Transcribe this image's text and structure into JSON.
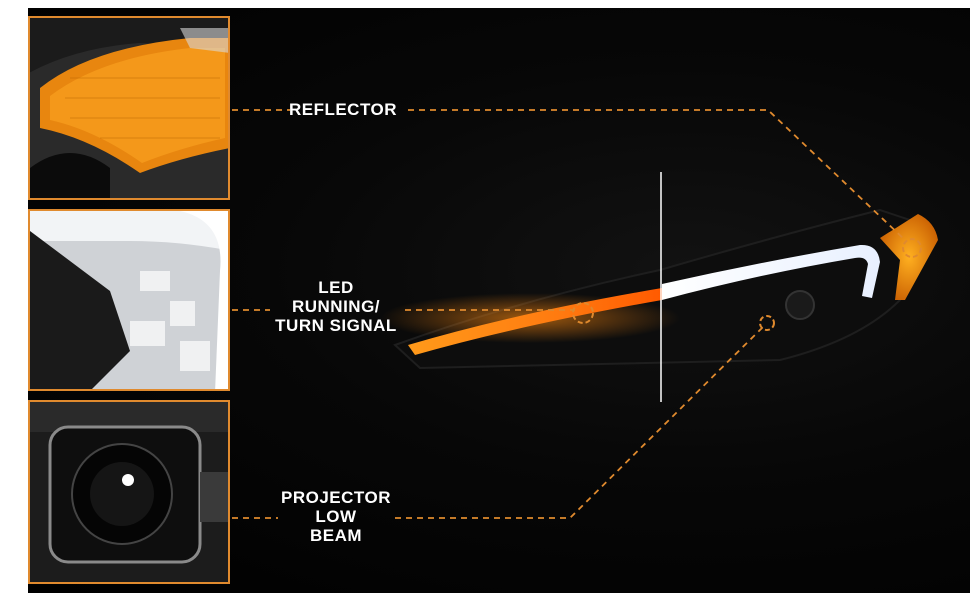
{
  "callouts": {
    "reflector": "REFLECTOR",
    "led_line1": "LED",
    "led_line2": "RUNNING/",
    "led_line3": "TURN SIGNAL",
    "projector_line1": "PROJECTOR",
    "projector_line2": "LOW",
    "projector_line3": "BEAM"
  },
  "colors": {
    "accent": "#e08a2e",
    "background": "#000000",
    "text": "#ffffff",
    "amber_light": "#f5a21a"
  },
  "thumbnails": [
    "amber reflector close-up",
    "LED running light close-up",
    "projector lens close-up"
  ]
}
